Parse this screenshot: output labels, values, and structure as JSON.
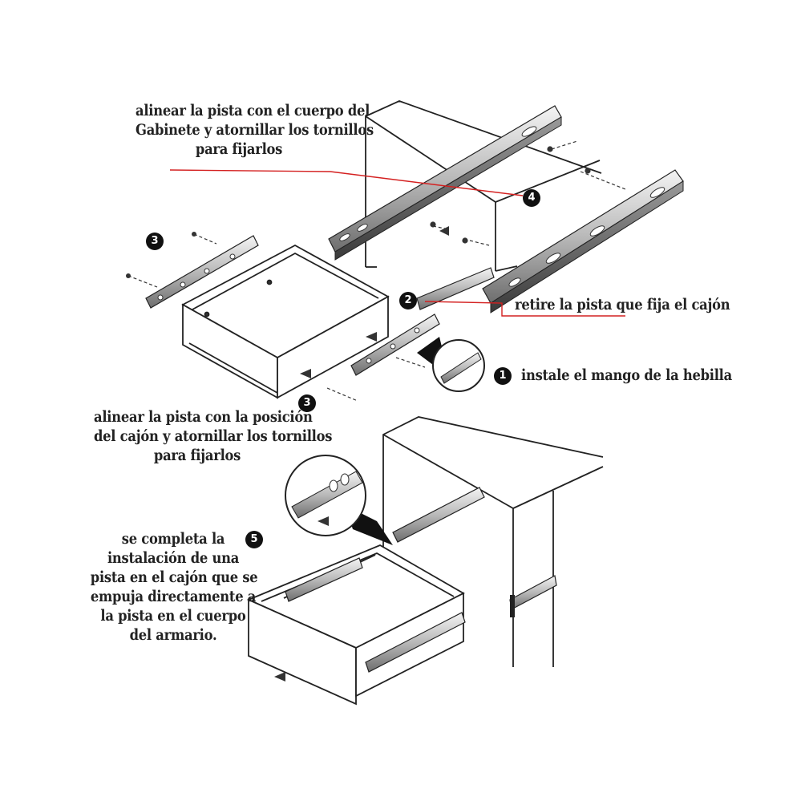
{
  "steps": {
    "step4": {
      "number": "4",
      "lines": [
        "alinear la pista con el cuerpo del",
        "Gabinete y atornillar los tornillos",
        "para fijarlos"
      ]
    },
    "step3_top": {
      "number": "3"
    },
    "step2": {
      "number": "2",
      "text": "retire la pista que fija el cajón"
    },
    "step1": {
      "number": "1",
      "text": "instale el mango de la hebilla"
    },
    "step3_bottom": {
      "number": "3",
      "lines": [
        "alinear la pista con la posición",
        "del cajón y atornillar los tornillos",
        "para fijarlos"
      ]
    },
    "step5": {
      "number": "5",
      "lines": [
        "se completa la",
        "instalación de una",
        "pista en el cajón que se",
        "empuja directamente a",
        "la pista en el cuerpo",
        "del armario."
      ]
    }
  },
  "colors": {
    "leader_line": "#d42020",
    "ink": "#222222",
    "badge": "#111111"
  }
}
